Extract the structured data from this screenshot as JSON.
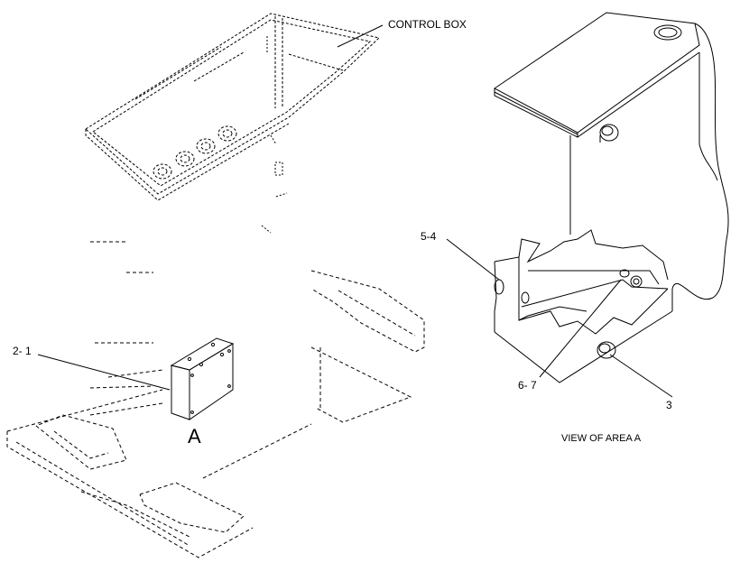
{
  "labels": {
    "control_box": "CONTROL BOX",
    "callout_2_1": "2- 1",
    "area_a": "A",
    "callout_5_4": "5-4",
    "callout_6_7": "6- 7",
    "callout_3": "3",
    "view_caption": "VIEW OF AREA  A"
  }
}
